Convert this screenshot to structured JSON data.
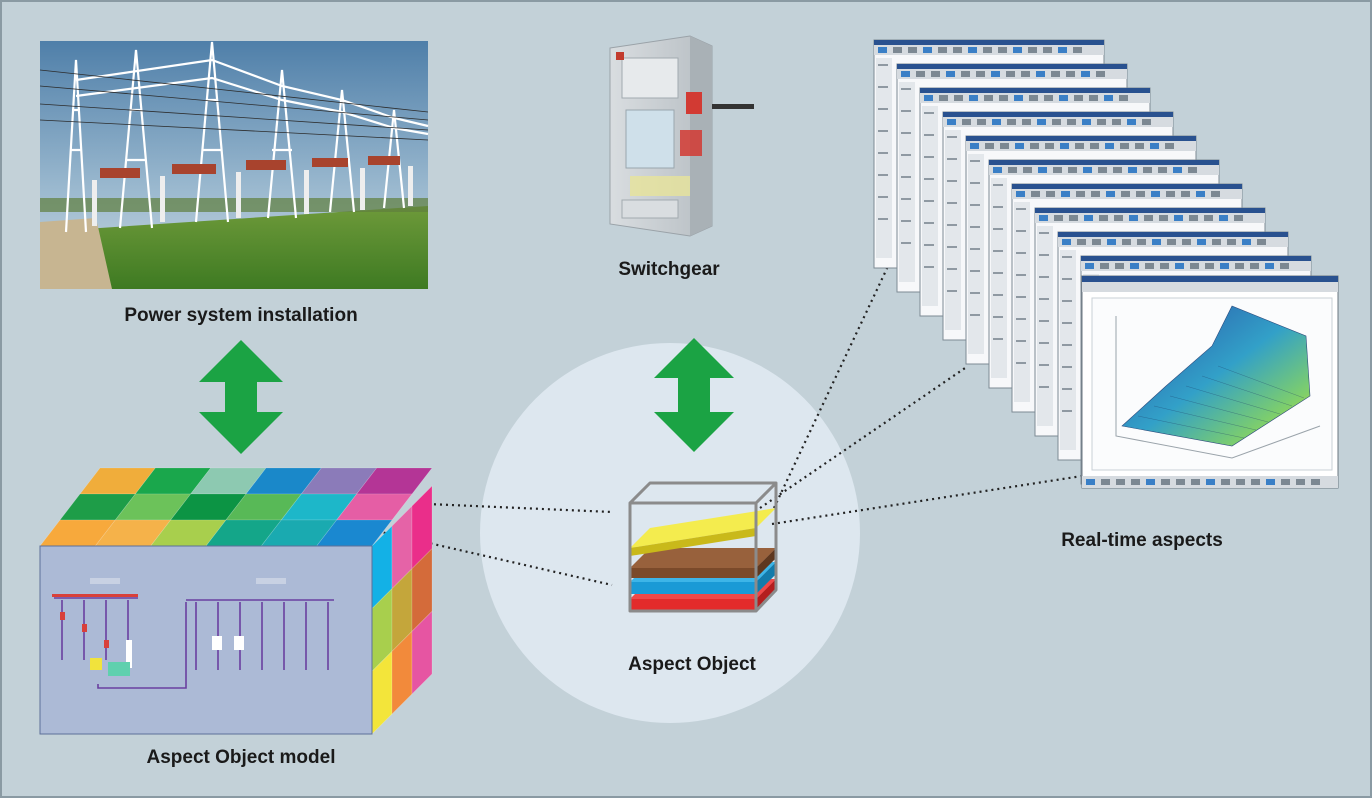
{
  "colors": {
    "background": "#c3d1d8",
    "frame": "#8a9aa3",
    "circle": "#dde7ef",
    "arrow": "#1ba344",
    "connector": "#222222"
  },
  "labels": {
    "power_system": "Power system installation",
    "switchgear": "Switchgear",
    "aspect_object": "Aspect Object",
    "aspect_object_model": "Aspect Object model",
    "real_time_aspects": "Real-time aspects"
  },
  "icons": {
    "installation": "substation-photo-icon",
    "switchgear": "switchgear-cabinet-icon",
    "aspect_object": "layered-cube-icon",
    "model": "colored-cube-model-icon",
    "aspects": "stacked-screen-windows-icon"
  }
}
